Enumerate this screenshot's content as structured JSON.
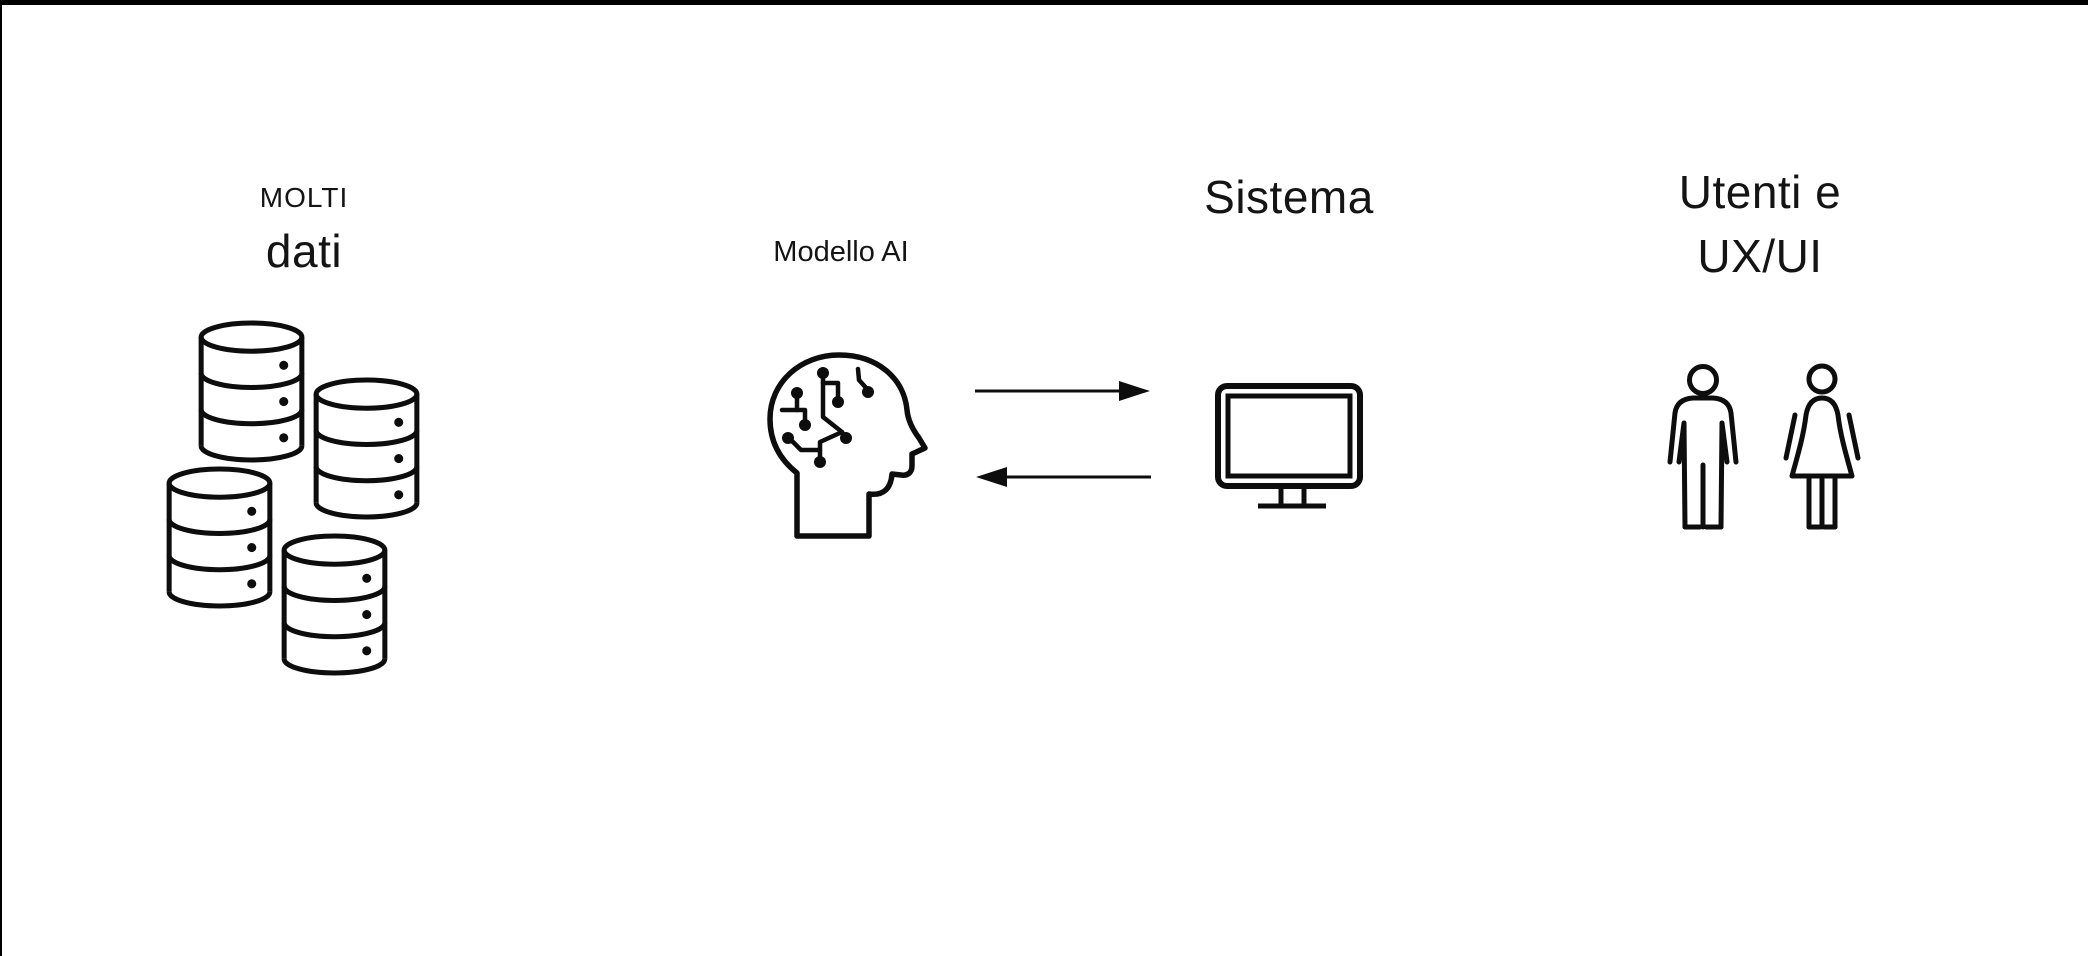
{
  "diagram": {
    "background": "#ffffff",
    "frame_border_color": "#000000",
    "stroke_color": "#0d0d0d",
    "text_color": "#141414",
    "nodes": {
      "data": {
        "tag": "MOLTI",
        "title": "dati",
        "icon": "database-cluster-icon",
        "icon_count": 4
      },
      "model": {
        "title": "Modello AI",
        "icon": "ai-head-circuit-icon"
      },
      "system": {
        "title": "Sistema",
        "icon": "monitor-icon"
      },
      "users": {
        "title_line1": "Utenti e",
        "title_line2": "UX/UI",
        "icons": [
          "man-icon",
          "woman-icon"
        ]
      }
    },
    "connections": [
      {
        "from": "model",
        "to": "system",
        "icon": "arrow-right-icon"
      },
      {
        "from": "system",
        "to": "model",
        "icon": "arrow-left-icon"
      }
    ]
  }
}
